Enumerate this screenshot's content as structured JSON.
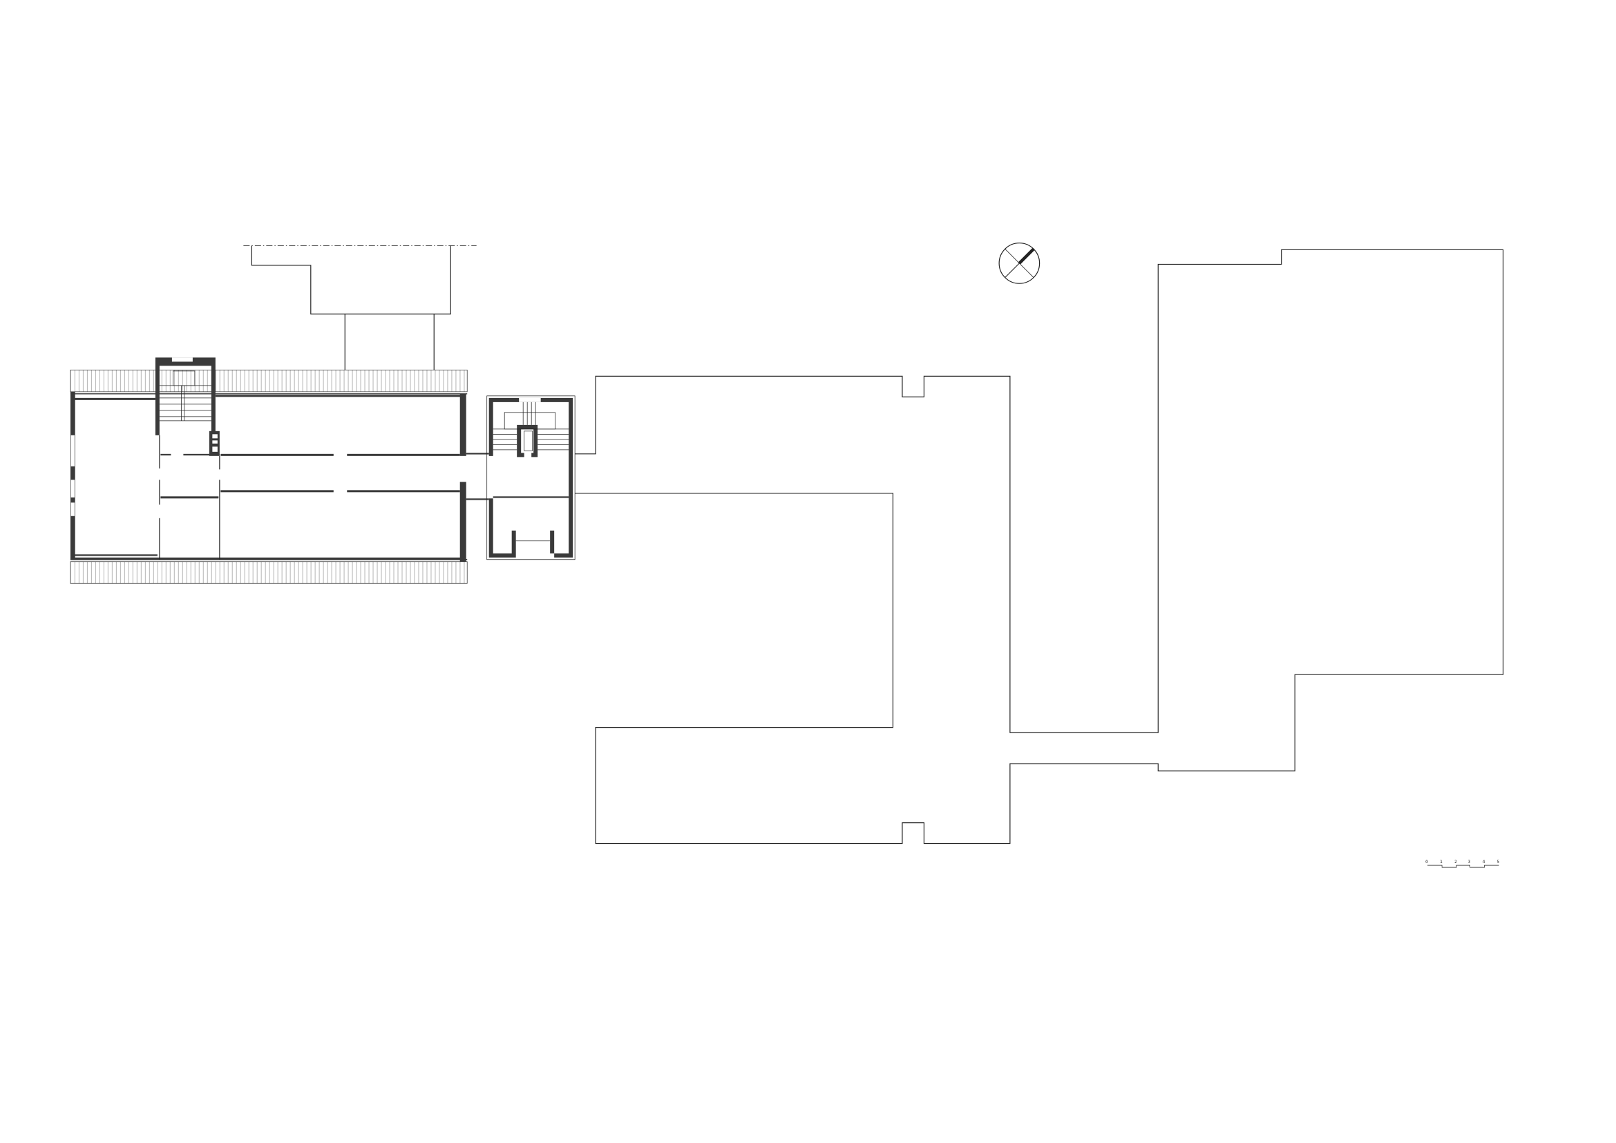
{
  "drawing": {
    "type": "architectural floor plan",
    "scale_bar": {
      "labels": [
        "0",
        "1",
        "2",
        "3",
        "4",
        "5"
      ]
    },
    "colors": {
      "line": "#222222",
      "wall": "#3a3a3a",
      "background": "#ffffff"
    }
  }
}
